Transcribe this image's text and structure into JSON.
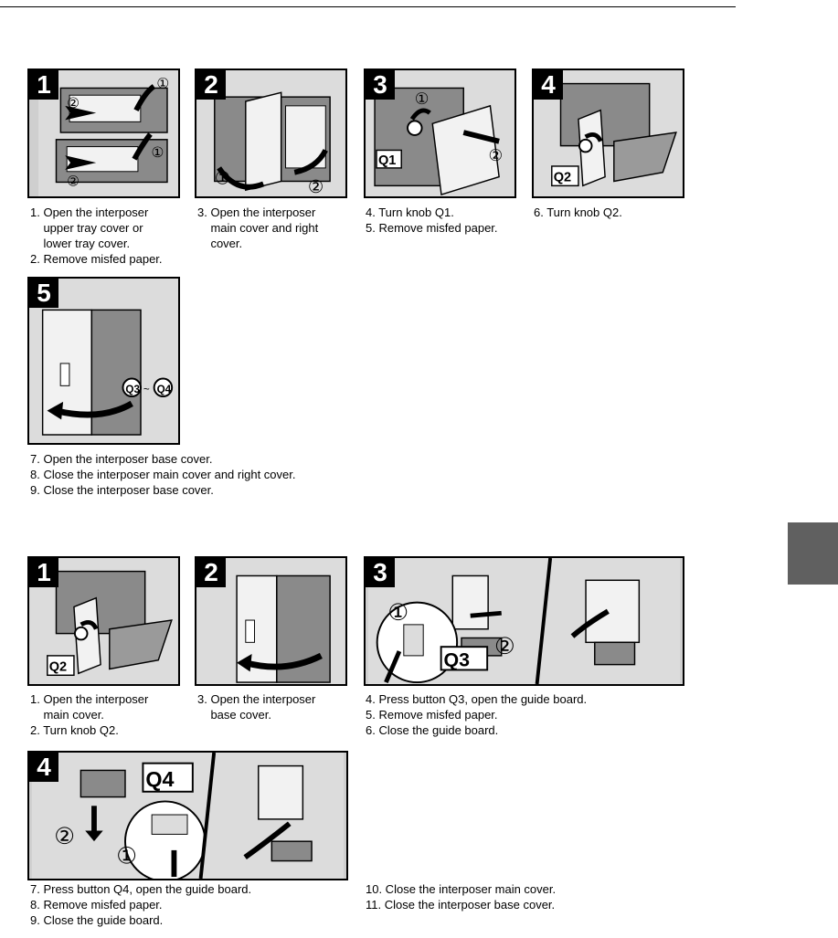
{
  "sectionA": {
    "panels": [
      {
        "num": "1",
        "callouts": [
          "①",
          "②",
          "①",
          "②"
        ]
      },
      {
        "num": "2",
        "callouts": [
          "①",
          "②"
        ]
      },
      {
        "num": "3",
        "callouts": [
          "①",
          "②"
        ],
        "label": "Q1"
      },
      {
        "num": "4",
        "label": "Q2"
      }
    ],
    "panel5": {
      "num": "5",
      "labelA": "Q3",
      "tilde": "~",
      "labelB": "Q4"
    },
    "texts": [
      "1. Open the interposer\n    upper tray cover or\n    lower tray cover.\n2. Remove misfed paper.",
      "3. Open the interposer\n    main cover and right\n    cover.",
      "4. Turn knob Q1.\n5. Remove misfed paper.",
      "6. Turn knob Q2."
    ],
    "text5": "7. Open the interposer base cover.\n8. Close the interposer main cover and right cover.\n9. Close the interposer base cover."
  },
  "sectionB": {
    "panels": [
      {
        "num": "1",
        "label": "Q2"
      },
      {
        "num": "2"
      },
      {
        "num": "3",
        "callouts": [
          "①",
          "②"
        ],
        "label": "Q3"
      }
    ],
    "panel4": {
      "num": "4",
      "callouts": [
        "②",
        "①"
      ],
      "label": "Q4"
    },
    "texts": [
      "1. Open the interposer\n    main cover.\n2. Turn knob Q2.",
      "3. Open the interposer\n    base cover.",
      "4. Press button Q3, open the guide board.\n5. Remove misfed paper.\n6. Close the guide board."
    ],
    "text4a": "7. Press button Q4, open the guide board.\n8. Remove misfed paper.\n9. Close the guide board.",
    "text4b": "10. Close the interposer main cover.\n11. Close the interposer base cover."
  }
}
